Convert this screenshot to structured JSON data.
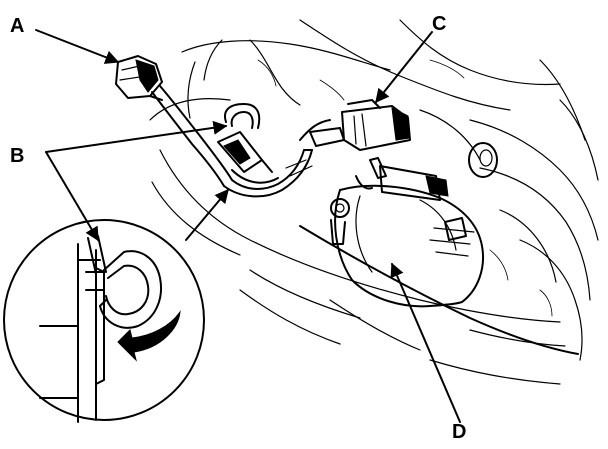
{
  "callouts": {
    "a": "A",
    "b": "B",
    "c": "C",
    "d": "D"
  },
  "icons": {
    "rotate": "curved-arrow",
    "pointer": "arrow"
  }
}
